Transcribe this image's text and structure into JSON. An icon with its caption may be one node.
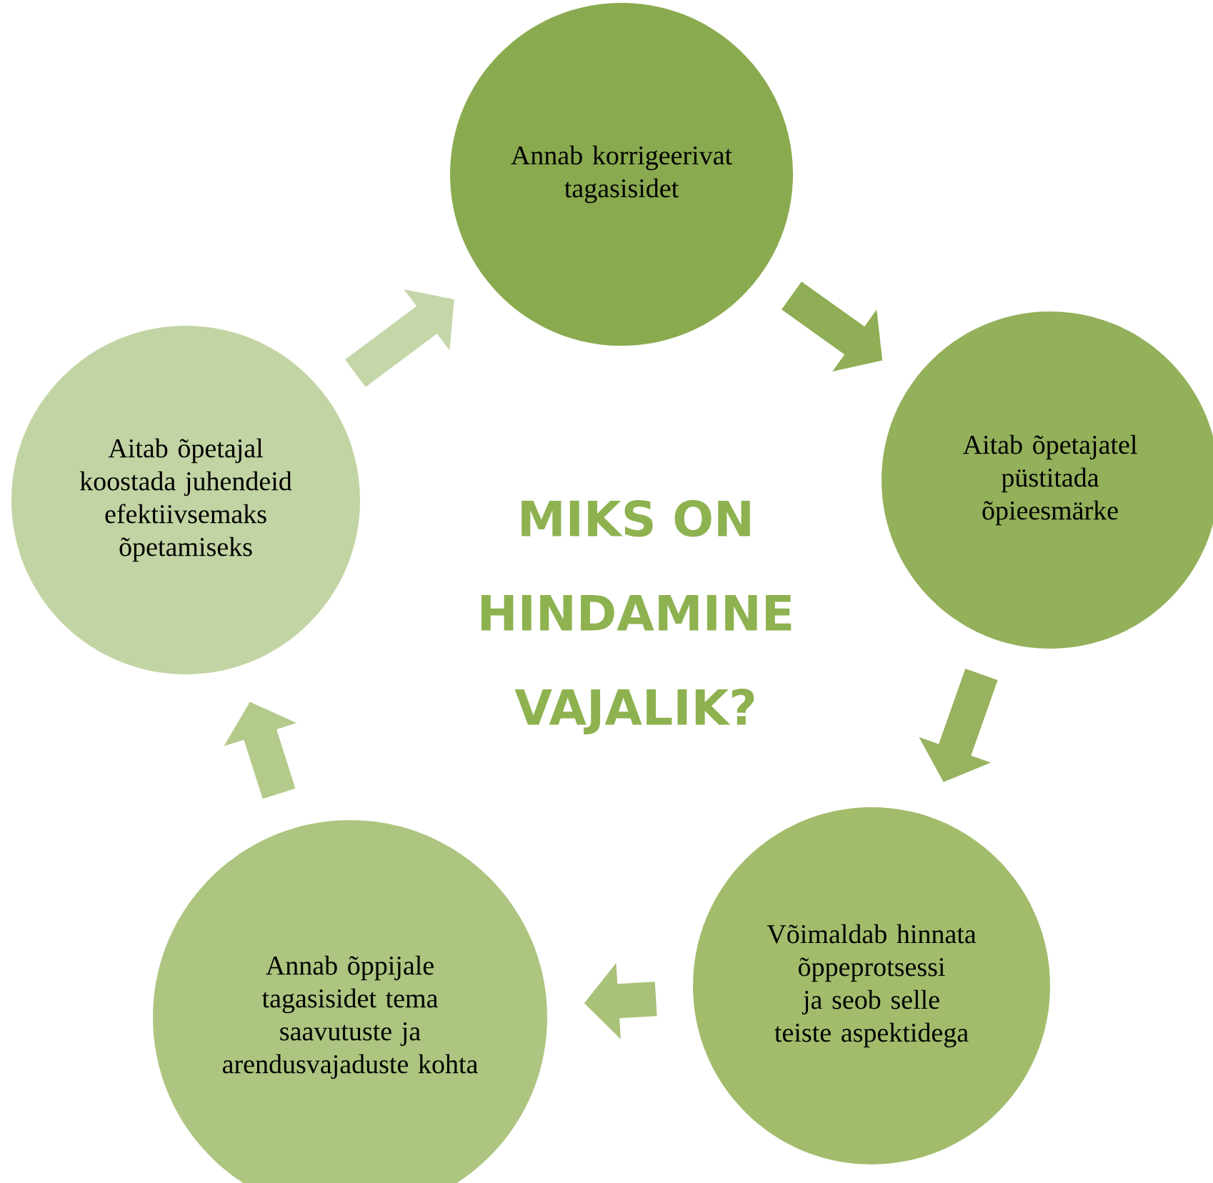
{
  "diagram": {
    "title": "MIKS ON HINDAMINE VAJALIK?",
    "nodes": [
      {
        "text": [
          "Annab korrigeerivat tagasisidet"
        ]
      },
      {
        "text": [
          "Aitab õpetajatel püstitada õpieesmärke"
        ]
      },
      {
        "text": [
          "Võimaldab hinnata õppeprotsessi ja seob selle teiste aspektidega"
        ]
      },
      {
        "text": [
          "Annab õppijale tagasisidet tema saavutuste ja arendusvajaduste kohta"
        ]
      },
      {
        "text": [
          "Aitab õpetajal koostada juhendeid efektiivsemaks õpetamiseks"
        ]
      }
    ],
    "edges": [
      {
        "from": 0,
        "to": 1,
        "arrow": "to"
      },
      {
        "from": 1,
        "to": 2,
        "arrow": "to"
      },
      {
        "from": 2,
        "to": 3,
        "arrow": "to"
      },
      {
        "from": 3,
        "to": 4,
        "arrow": "to"
      },
      {
        "from": 4,
        "to": 0,
        "arrow": "to"
      }
    ]
  }
}
